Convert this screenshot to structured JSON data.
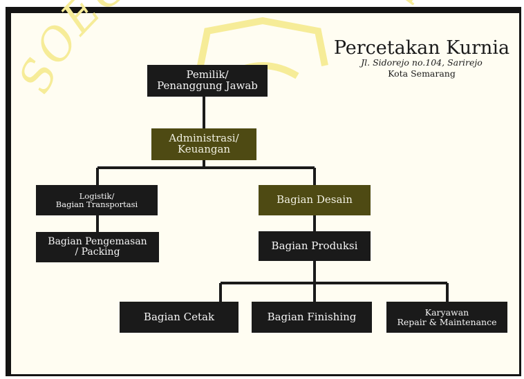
{
  "company": {
    "name": "Percetakan Kurnia",
    "address_line1": "Jl. Sidorejo no.104, Sarirejo",
    "address_line2": "Kota Semarang"
  },
  "watermark": {
    "text": "SOEGIJAPRANATA",
    "color": "#f6ec98"
  },
  "colors": {
    "box_dark": "#1a1a1a",
    "box_olive": "#4e4a13",
    "line": "#1a1a1a",
    "frame": "#141414"
  },
  "nodes": {
    "owner": {
      "line1": "Pemilik/",
      "line2": "Penanggung Jawab"
    },
    "admin": {
      "line1": "Administrasi/",
      "line2": "Keuangan"
    },
    "logistics": {
      "line1": "Logistik/",
      "line2": "Bagian Transportasi"
    },
    "design": {
      "label": "Bagian Desain"
    },
    "packing": {
      "line1": "Bagian Pengemasan",
      "line2": "/ Packing"
    },
    "production": {
      "label": "Bagian Produksi"
    },
    "printing": {
      "label": "Bagian Cetak"
    },
    "finishing": {
      "label": "Bagian Finishing"
    },
    "maintenance": {
      "line1": "Karyawan",
      "line2": "Repair & Maintenance"
    }
  }
}
